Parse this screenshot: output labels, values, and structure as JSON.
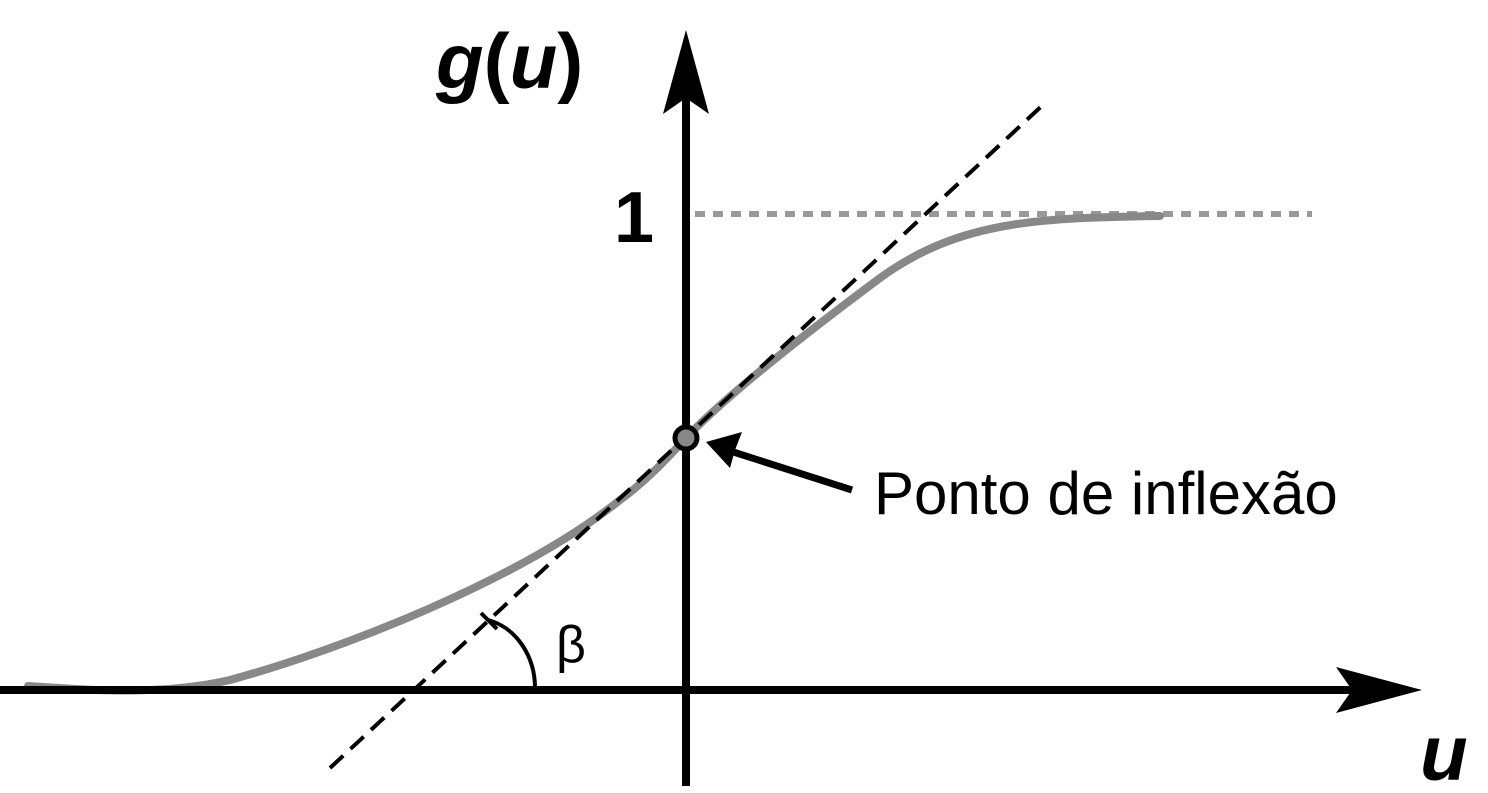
{
  "diagram": {
    "y_axis_label": {
      "func": "g",
      "open_paren": "(",
      "var": "u",
      "close_paren": ")"
    },
    "x_axis_label": "u",
    "tick_one": "1",
    "inflection_label": "Ponto de inflexão",
    "angle_label": "β",
    "colors": {
      "axes": "#000000",
      "curve": "#888888",
      "asymptote": "#999999",
      "tangent": "#000000",
      "inflection_point_fill": "#888888"
    }
  }
}
